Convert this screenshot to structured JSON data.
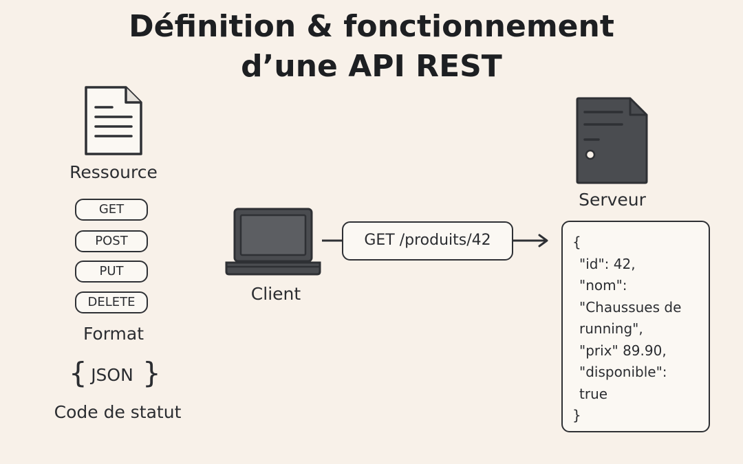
{
  "title": {
    "line1": "Définition & fonctionnement",
    "line2": "d’une API REST"
  },
  "left": {
    "resource_label": "Ressource",
    "methods": [
      "GET",
      "POST",
      "PUT",
      "DELETE"
    ],
    "format_label": "Format",
    "format_value": "JSON",
    "brace_open": "{",
    "brace_close": "}",
    "status_label": "Code de statut"
  },
  "client": {
    "label": "Client"
  },
  "request": {
    "text": "GET /produits/42"
  },
  "server": {
    "label": "Serveur"
  },
  "response": {
    "lines": [
      "{",
      "\"id\": 42,",
      "\"nom\":",
      "\"Chaussues de",
      "running\",",
      "\"prix\" 89.90,",
      "\"disponible\":",
      "true",
      "}"
    ]
  },
  "colors": {
    "background": "#f8f1e9",
    "ink": "#2b2d31",
    "icon_fill": "#4a4c50"
  }
}
